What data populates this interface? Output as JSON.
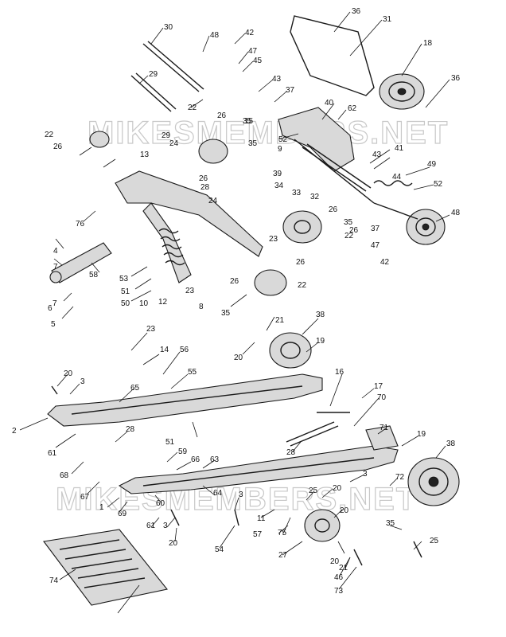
{
  "watermarks": [
    "MIKESMEMBERS.NET",
    "MIKESMEMBERS.NET"
  ],
  "callouts": [
    "36",
    "31",
    "30",
    "48",
    "42",
    "47",
    "45",
    "43",
    "37",
    "18",
    "36",
    "29",
    "22",
    "26",
    "35",
    "40",
    "62",
    "22",
    "26",
    "29",
    "13",
    "24",
    "52",
    "43",
    "41",
    "15",
    "35",
    "26",
    "28",
    "9",
    "39",
    "34",
    "33",
    "32",
    "26",
    "35",
    "26",
    "44",
    "49",
    "52",
    "48",
    "76",
    "24",
    "37",
    "47",
    "42",
    "4",
    "7",
    "58",
    "53",
    "51",
    "50",
    "10",
    "12",
    "23",
    "8",
    "23",
    "26",
    "22",
    "26",
    "22",
    "6",
    "7",
    "5",
    "35",
    "21",
    "38",
    "19",
    "20",
    "23",
    "14",
    "56",
    "55",
    "20",
    "3",
    "65",
    "16",
    "17",
    "70",
    "2",
    "61",
    "51",
    "28",
    "71",
    "19",
    "38",
    "28",
    "59",
    "66",
    "63",
    "68",
    "67",
    "69",
    "60",
    "64",
    "3",
    "25",
    "20",
    "3",
    "72",
    "1",
    "61",
    "3",
    "11",
    "75",
    "20",
    "20",
    "54",
    "57",
    "21",
    "35",
    "27",
    "20",
    "25",
    "46",
    "73",
    "74"
  ]
}
